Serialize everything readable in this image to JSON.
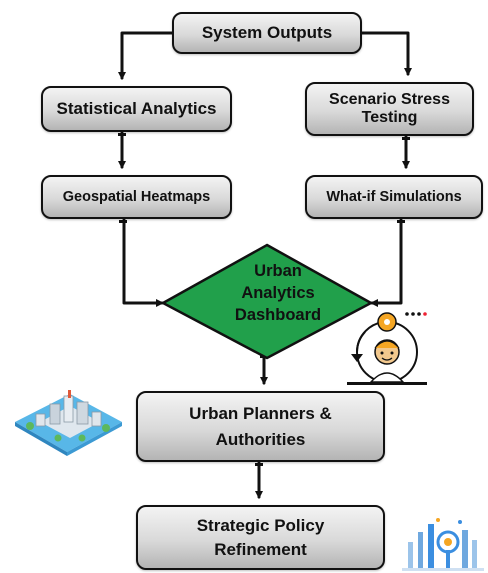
{
  "diagram": {
    "nodes": {
      "system_outputs": "System Outputs",
      "statistical_analytics": "Statistical Analytics",
      "scenario_stress_testing": [
        "Scenario Stress",
        "Testing"
      ],
      "geospatial_heatmaps": "Geospatial Heatmaps",
      "what_if_simulations": "What-if Simulations",
      "dashboard": [
        "Urban",
        "Analytics",
        "Dashboard"
      ],
      "planners": [
        "Urban Planners &",
        "Authorities"
      ],
      "policy": [
        "Strategic Policy",
        "Refinement"
      ]
    },
    "edges": [
      [
        "System Outputs",
        "Statistical Analytics"
      ],
      [
        "System Outputs",
        "Scenario Stress Testing"
      ],
      [
        "Statistical Analytics",
        "Geospatial Heatmaps"
      ],
      [
        "Scenario Stress Testing",
        "What-if Simulations"
      ],
      [
        "Geospatial Heatmaps",
        "Urban Analytics Dashboard"
      ],
      [
        "What-if Simulations",
        "Urban Analytics Dashboard"
      ],
      [
        "Urban Analytics Dashboard",
        "Urban Planners & Authorities"
      ],
      [
        "Urban Planners & Authorities",
        "Strategic Policy Refinement"
      ]
    ],
    "colors": {
      "dashboard_fill": "#21a04b",
      "box_border": "#111111",
      "accent_orange": "#f5a623",
      "accent_blue": "#3b8ee0"
    },
    "icons": [
      "city-illustration-icon",
      "planner-person-icon",
      "data-tower-illustration-icon"
    ]
  }
}
